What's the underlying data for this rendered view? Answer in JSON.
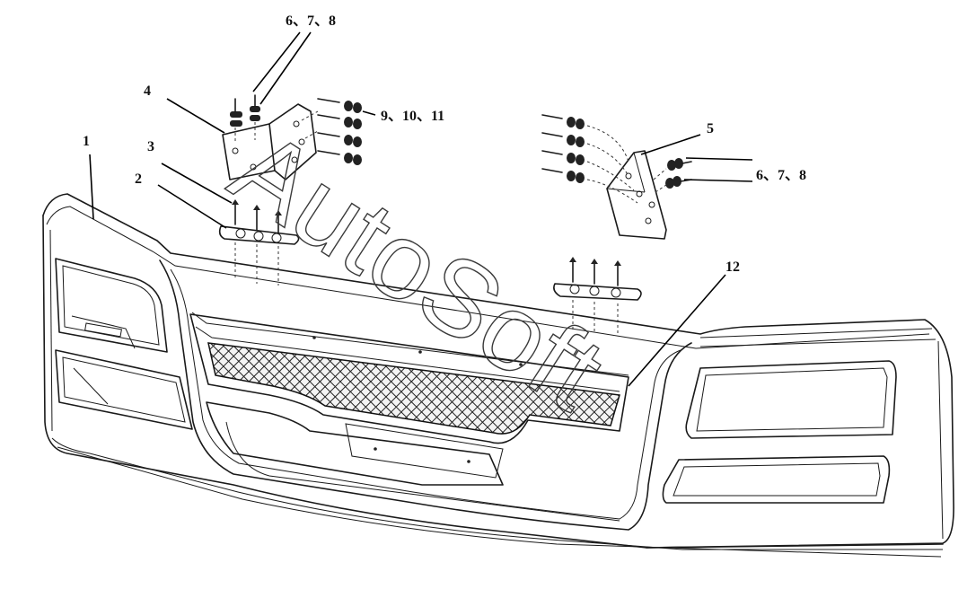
{
  "diagram": {
    "watermark": "AutoSoft",
    "callouts": [
      {
        "id": "c1",
        "text": "1"
      },
      {
        "id": "c2",
        "text": "2"
      },
      {
        "id": "c3",
        "text": "3"
      },
      {
        "id": "c4",
        "text": "4"
      },
      {
        "id": "c5",
        "text": "5"
      },
      {
        "id": "c678a",
        "text": "6、7、8"
      },
      {
        "id": "c678b",
        "text": "6、7、8"
      },
      {
        "id": "c91011",
        "text": "9、10、11"
      },
      {
        "id": "c12",
        "text": "12"
      }
    ]
  }
}
